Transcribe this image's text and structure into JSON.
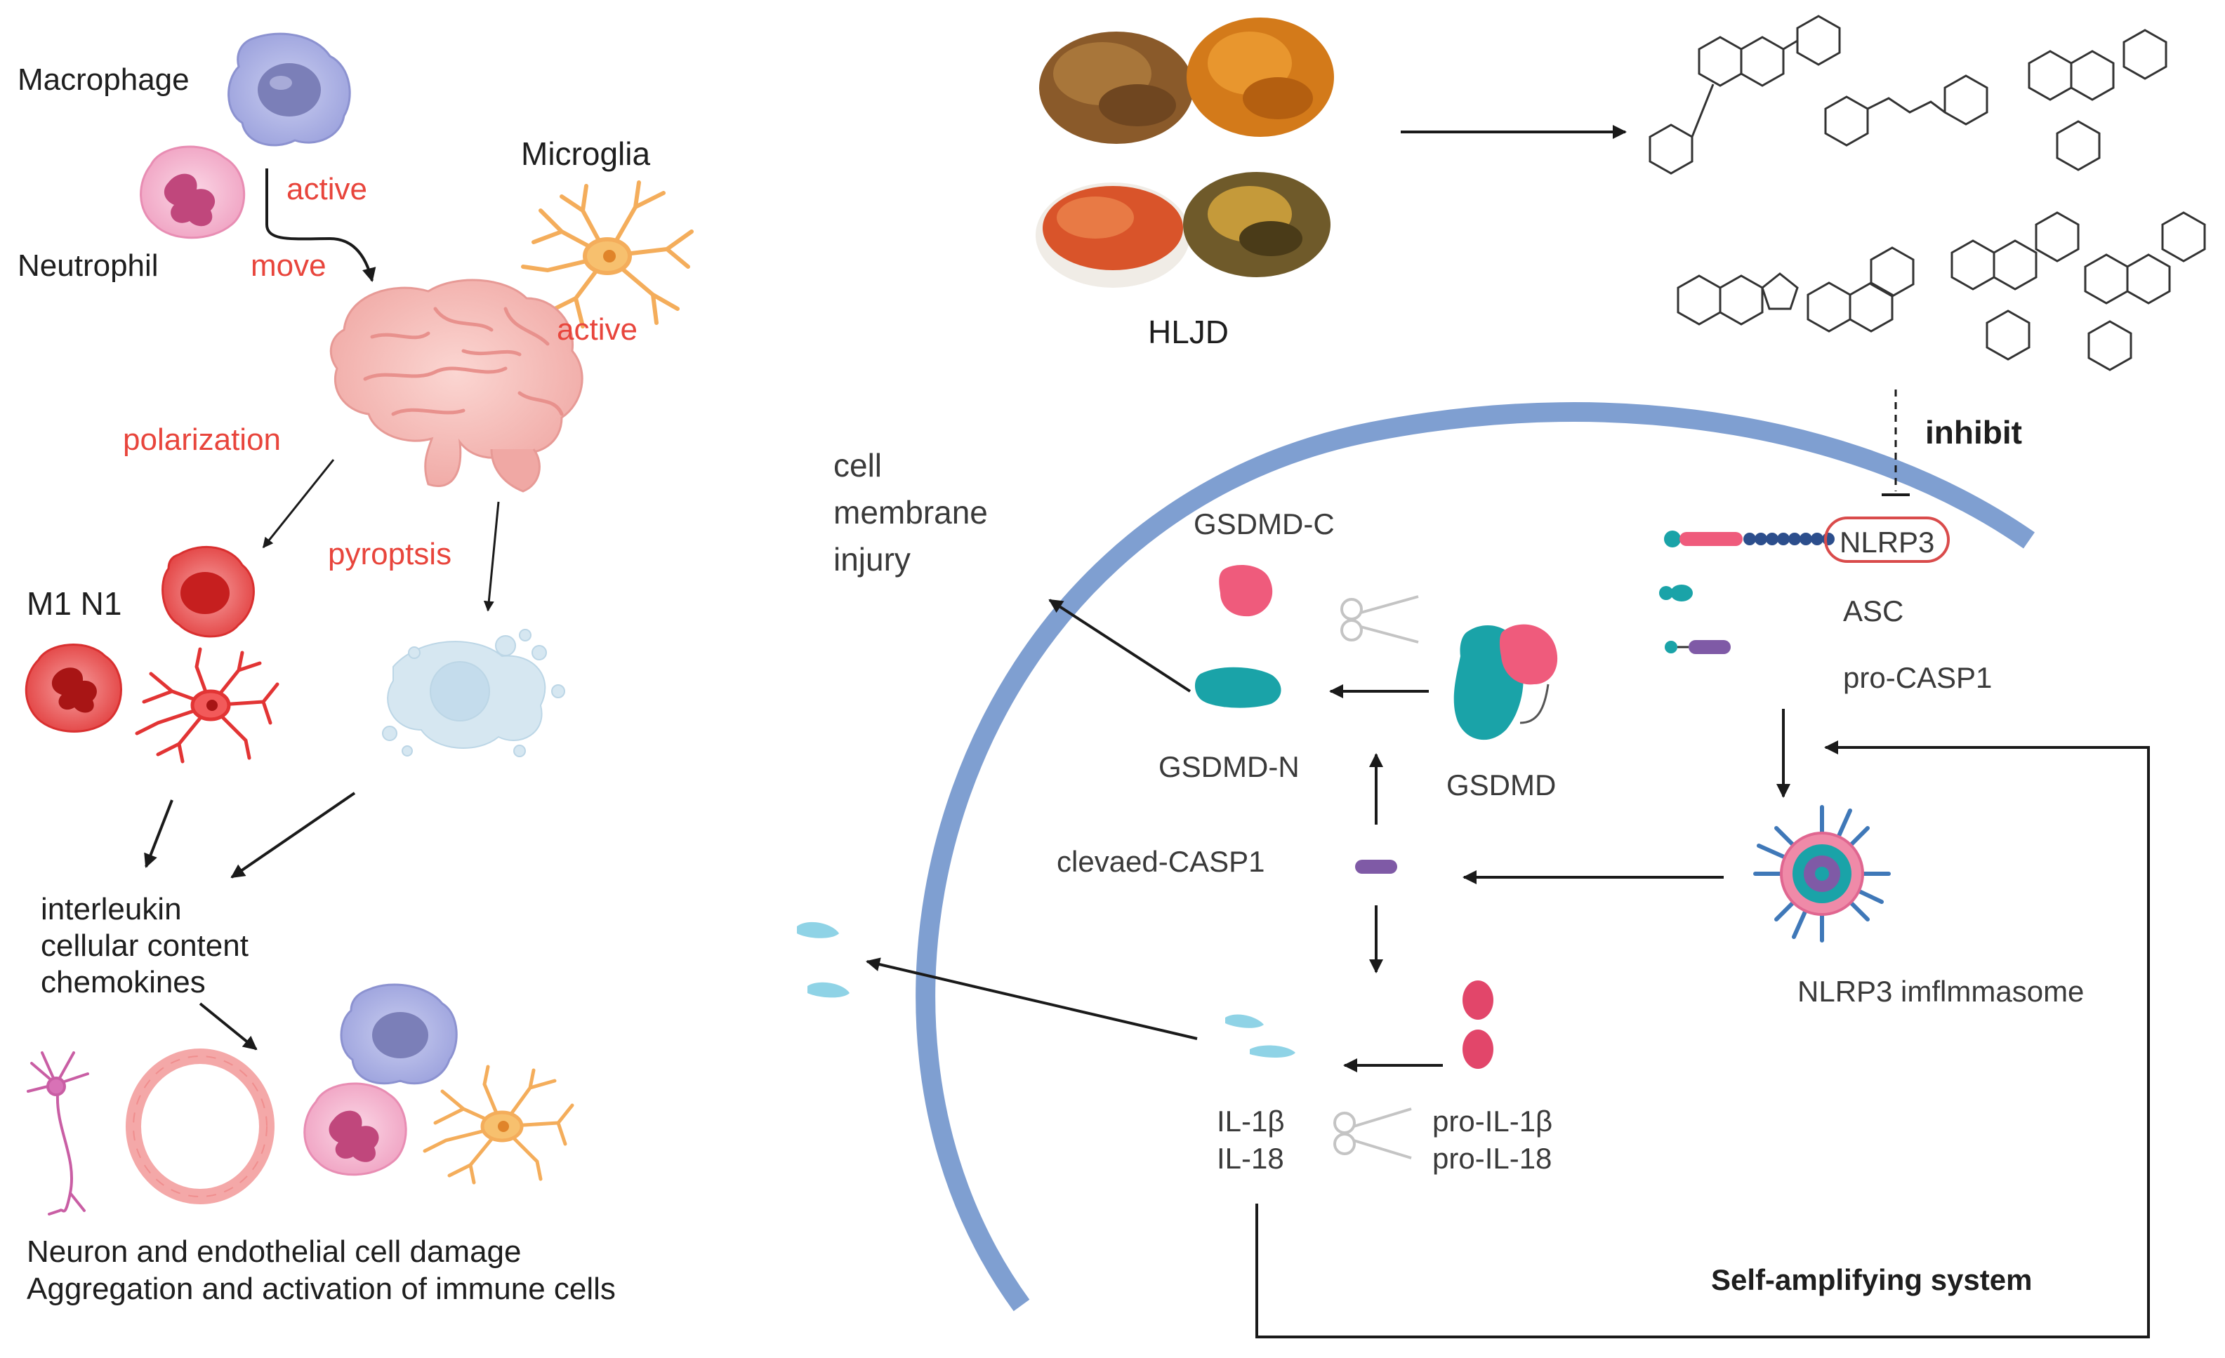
{
  "left_panel": {
    "macrophage": "Macrophage",
    "neutrophil": "Neutrophil",
    "microglia": "Microglia",
    "active_1": "active",
    "move": "move",
    "active_2": "active",
    "polarization": "polarization",
    "pyroptsis": "pyroptsis",
    "m1_n1": "M1 N1",
    "interleukin": "interleukin",
    "cellular_content": "cellular content",
    "chemokines": "chemokines",
    "damage_line1": "Neuron and endothelial cell damage",
    "damage_line2": "Aggregation and activation of immune cells"
  },
  "right_panel": {
    "hljd": "HLJD",
    "inhibit": "inhibit",
    "membrane_injury": [
      "cell",
      "membrane",
      "injury"
    ],
    "nlrp3": "NLRP3",
    "asc": "ASC",
    "pro_casp1": "pro-CASP1",
    "gsdmd_c": "GSDMD-C",
    "gsdmd_n": "GSDMD-N",
    "gsdmd": "GSDMD",
    "cleaved_casp1": "clevaed-CASP1",
    "inflammasome": "NLRP3 imflmmasome",
    "il1b": "IL-1β",
    "il18": "IL-18",
    "pro_il1b": "pro-IL-1β",
    "pro_il18": "pro-IL-18",
    "self_amplifying": "Self-amplifying system"
  },
  "colors": {
    "red_text": "#e8453c",
    "membrane_blue": "#7f9fd1",
    "teal": "#1aa3a8",
    "pink": "#ef5b7c",
    "purple": "#7f5aa6",
    "navy": "#2c4e8c"
  },
  "icons": [
    "macrophage-icon",
    "neutrophil-icon",
    "microglia-icon",
    "brain-icon",
    "m1-macrophage-icon",
    "n1-neutrophil-icon",
    "m1-microglia-icon",
    "pyroptotic-cell-icon",
    "neuron-icon",
    "endothelial-ring-icon",
    "herb-icon",
    "chemical-structure-icon",
    "scissors-icon",
    "gsdmd-protein-icon",
    "inflammasome-icon",
    "cytokine-icon"
  ]
}
